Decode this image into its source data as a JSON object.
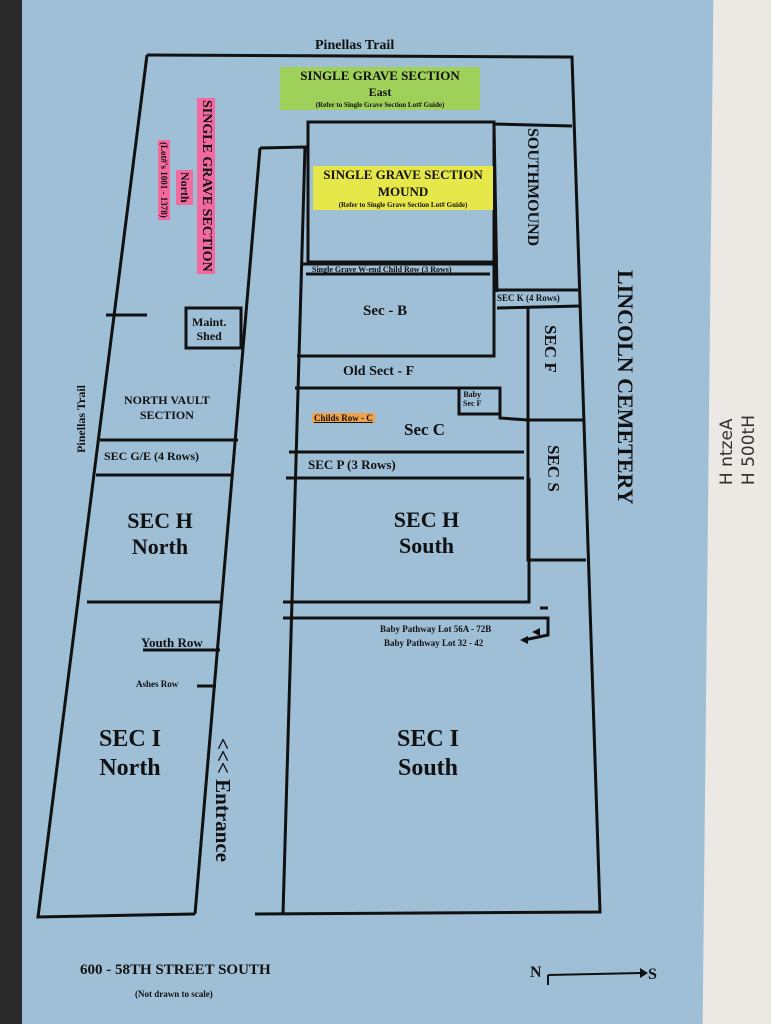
{
  "map": {
    "top_road": "Pinellas Trail",
    "side_road": "Pinellas Trail",
    "cemetery_name": "LINCOLN CEMETERY",
    "address": "600 - 58TH STREET SOUTH",
    "scale_note": "(Not drawn to scale)",
    "compass_n": "N",
    "compass_s": "S",
    "entrance": "<<< Entrance",
    "sections": {
      "single_east_title": "SINGLE GRAVE SECTION",
      "single_east_sub": "East",
      "single_east_note": "(Refer to Single Grave Section Lot# Guide)",
      "single_north_title": "SINGLE GRAVE SECTION",
      "single_north_sub": "North",
      "single_north_lots": "(Lot#'s 1001 - 1378)",
      "mound_title": "SINGLE GRAVE SECTION",
      "mound_sub": "MOUND",
      "mound_note": "(Refer to Single Grave Section Lot# Guide)",
      "southmound": "SOUTHMOUND",
      "child_row": "Single Grave W-end Child Row (3 Rows)",
      "sec_k": "SEC K (4 Rows)",
      "sec_b": "Sec - B",
      "maint_shed_1": "Maint.",
      "maint_shed_2": "Shed",
      "sec_f": "SEC F",
      "old_sect_f": "Old Sect - F",
      "baby_sec_f_1": "Baby",
      "baby_sec_f_2": "Sec F",
      "north_vault_1": "NORTH VAULT",
      "north_vault_2": "SECTION",
      "childs_row_c": "Childs Row - C",
      "sec_c": "Sec C",
      "sec_ge": "SEC G/E (4 Rows)",
      "sec_p": "SEC  P  (3 Rows)",
      "sec_s": "SEC S",
      "sec_h_north_1": "SEC  H",
      "sec_h_north_2": "North",
      "sec_h_south_1": "SEC  H",
      "sec_h_south_2": "South",
      "baby_pathway_1": "Baby Pathway Lot 56A - 72B",
      "baby_pathway_2": "Baby Pathway Lot 32 - 42",
      "youth_row": "Youth Row",
      "ashes_row": "Ashes Row",
      "sec_i_north_1": "SEC  I",
      "sec_i_north_2": "North",
      "sec_i_south_1": "SEC  I",
      "sec_i_south_2": "South"
    },
    "handwriting": "H ntzeA\nH 500tH",
    "colors": {
      "paper": "#9fbfd6",
      "highlight_green": "#9fd15a",
      "highlight_yellow": "#e6e84a",
      "highlight_pink": "#f26aa0",
      "highlight_orange": "#f0a24a"
    }
  }
}
